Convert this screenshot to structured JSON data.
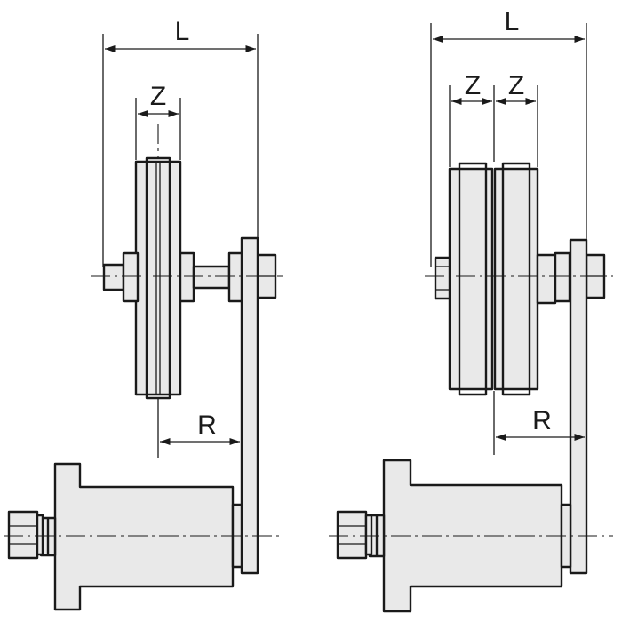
{
  "labels": {
    "single_L": "L",
    "single_Z": "Z",
    "single_R": "R",
    "double_L": "L",
    "double_Z1": "Z",
    "double_Z2": "Z",
    "double_R": "R"
  },
  "colors": {
    "line": "#1a1a1a",
    "part_fill": "#e9e9e9",
    "background": "#ffffff"
  }
}
